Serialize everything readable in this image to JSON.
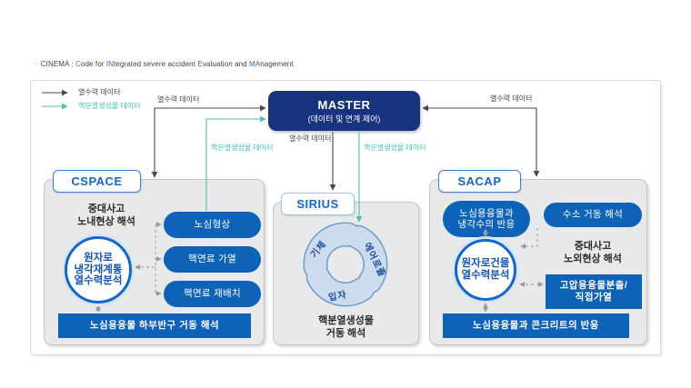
{
  "title": {
    "bullet": "·",
    "segments": [
      {
        "text": "CINEMA : ",
        "color": "#3f3f3f"
      },
      {
        "text": "C",
        "color": "#e2472e"
      },
      {
        "text": "ode for ",
        "color": "#3f3f3f"
      },
      {
        "text": "IN",
        "color": "#2c63c8"
      },
      {
        "text": "tegrated severe accident ",
        "color": "#3f3f3f"
      },
      {
        "text": "E",
        "color": "#2c63c8"
      },
      {
        "text": "valuation and ",
        "color": "#3f3f3f"
      },
      {
        "text": "MA",
        "color": "#2c63c8"
      },
      {
        "text": "nagement",
        "color": "#3f3f3f"
      }
    ]
  },
  "legend": {
    "thermal": {
      "label": "열수력 데이터",
      "color": "#4a4a4a"
    },
    "fission": {
      "label": "핵분열생성물 데이터",
      "color": "#4cc0b2"
    }
  },
  "master": {
    "title": "MASTER",
    "subtitle": "(데이터 및 연계 제어)"
  },
  "flow_labels": {
    "cspace_to_master_thermal": "열수력 데이터",
    "cspace_to_master_fission": "핵분열생성물 데이터",
    "master_to_sirius_thermal": "열수력 데이터",
    "master_to_sirius_fission": "핵분열생성물 데이터",
    "sacap_to_master_thermal": "열수력 데이터"
  },
  "modules": {
    "cspace": {
      "header": "CSPACE",
      "desc_line1": "중대사고",
      "desc_line2": "노내현상 해석",
      "circle": [
        "원자로",
        "냉각재계통",
        "열수력분석"
      ],
      "pills": [
        "노심형상",
        "핵연료 가열",
        "핵연료 재배치"
      ],
      "bottom_bar": "노심용융물 하부반구 거동 해석"
    },
    "sirius": {
      "header": "SIRIUS",
      "cycle": [
        "기체",
        "에어로졸",
        "입자"
      ],
      "caption_line1": "핵분열생성물",
      "caption_line2": "거동 해석"
    },
    "sacap": {
      "header": "SACAP",
      "pill1_line1": "노심용융물과",
      "pill1_line2": "냉각수의 반응",
      "pill2": "수소 거동 해석",
      "desc_line1": "중대사고",
      "desc_line2": "노외현상 해석",
      "circle": [
        "원자로건물",
        "열수력분석"
      ],
      "rect_line1": "고압용융물분출/",
      "rect_line2": "직접가열",
      "bottom_bar": "노심용융물과 콘크리트의 반응"
    }
  },
  "colors": {
    "master_navy": "#17337d",
    "module_blue": "#0e63b8",
    "header_text_blue": "#1467c8",
    "thermal_line": "#4a4a4a",
    "fission_line": "#4cc0b2",
    "dashed_gray": "#9a9a9a",
    "group_gray": "#e8e9ea",
    "cycle_fill": "#ccdbed",
    "cycle_stroke": "#6f9ccd"
  }
}
